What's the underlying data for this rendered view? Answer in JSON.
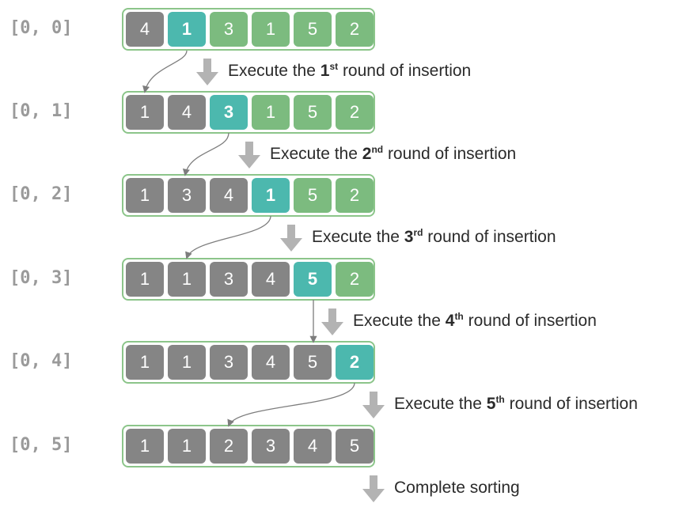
{
  "rows": [
    {
      "label": "[0, 0]",
      "values": [
        "4",
        "1",
        "3",
        "1",
        "5",
        "2"
      ],
      "states": [
        "sorted",
        "current",
        "unsorted",
        "unsorted",
        "unsorted",
        "unsorted"
      ]
    },
    {
      "label": "[0, 1]",
      "values": [
        "1",
        "4",
        "3",
        "1",
        "5",
        "2"
      ],
      "states": [
        "sorted",
        "sorted",
        "current",
        "unsorted",
        "unsorted",
        "unsorted"
      ]
    },
    {
      "label": "[0, 2]",
      "values": [
        "1",
        "3",
        "4",
        "1",
        "5",
        "2"
      ],
      "states": [
        "sorted",
        "sorted",
        "sorted",
        "current",
        "unsorted",
        "unsorted"
      ]
    },
    {
      "label": "[0, 3]",
      "values": [
        "1",
        "1",
        "3",
        "4",
        "5",
        "2"
      ],
      "states": [
        "sorted",
        "sorted",
        "sorted",
        "sorted",
        "current",
        "unsorted"
      ]
    },
    {
      "label": "[0, 4]",
      "values": [
        "1",
        "1",
        "3",
        "4",
        "5",
        "2"
      ],
      "states": [
        "sorted",
        "sorted",
        "sorted",
        "sorted",
        "sorted",
        "current"
      ]
    },
    {
      "label": "[0, 5]",
      "values": [
        "1",
        "1",
        "2",
        "3",
        "4",
        "5"
      ],
      "states": [
        "sorted",
        "sorted",
        "sorted",
        "sorted",
        "sorted",
        "sorted"
      ]
    }
  ],
  "steps": [
    {
      "prefix": "Execute the ",
      "num": "1",
      "sup": "st",
      "suffix": " round of insertion"
    },
    {
      "prefix": "Execute the ",
      "num": "2",
      "sup": "nd",
      "suffix": " round of insertion"
    },
    {
      "prefix": "Execute the ",
      "num": "3",
      "sup": "rd",
      "suffix": " round of insertion"
    },
    {
      "prefix": "Execute the ",
      "num": "4",
      "sup": "th",
      "suffix": " round of insertion"
    },
    {
      "prefix": "Execute the ",
      "num": "5",
      "sup": "th",
      "suffix": " round of insertion"
    },
    {
      "prefix": "Complete sorting",
      "num": "",
      "sup": "",
      "suffix": ""
    }
  ],
  "colors": {
    "sorted": "#858585",
    "current": "#4cb8ae",
    "unsorted": "#7cbb7f",
    "frame": "#8cc58a",
    "arrow": "#b3b3b3",
    "curve": "#7d7d7d",
    "label": "#9a9a9a"
  },
  "icons": {
    "step_arrow": "down-arrow-icon",
    "insert_curve": "insertion-curve-arrow-icon"
  }
}
